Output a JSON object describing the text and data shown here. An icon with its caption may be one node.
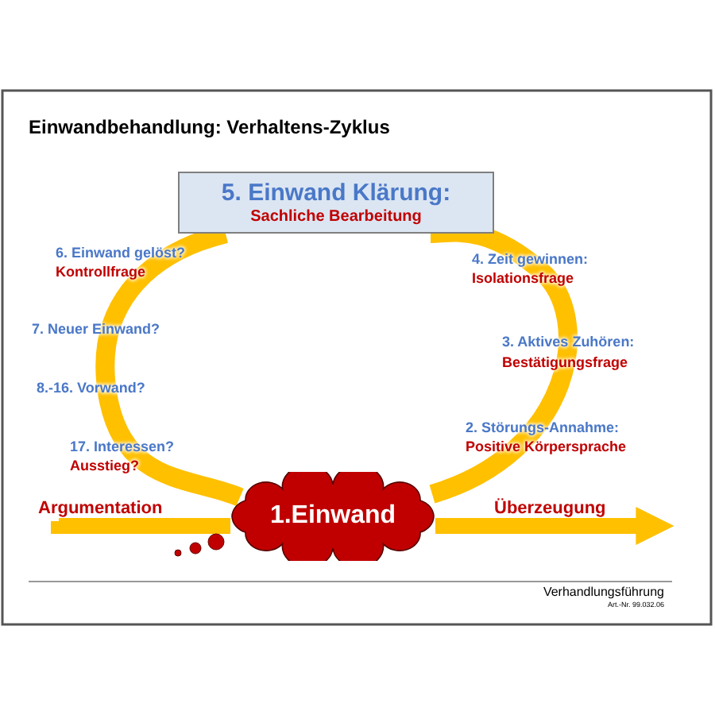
{
  "diagram": {
    "title": "Einwandbehandlung: Verhaltens-Zyklus",
    "nodes": [
      {
        "text": [
          "5. Einwand Klärung:",
          "Sachliche Bearbeitung"
        ]
      },
      {
        "text": [
          "1.Einwand"
        ]
      },
      {
        "text": [
          "Argumentation"
        ]
      }
    ],
    "edges": [
      {
        "from": 2,
        "to": 1,
        "arrow": "none"
      },
      {
        "from": 1,
        "to": null,
        "arrow": "to"
      },
      {
        "from": 1,
        "to": 0,
        "arrow": "none"
      },
      {
        "from": 0,
        "to": 1,
        "arrow": "none"
      }
    ],
    "labels": [
      "6. Einwand gelöst?",
      "Kontrollfrage",
      "4. Zeit gewinnen:",
      "Isolationsfrage",
      "7. Neuer Einwand?",
      "3. Aktives Zuhören:",
      "Bestätigungsfrage",
      "8.-16. Vorwand?",
      "2. Störungs-Annahme:",
      "Positive Körpersprache",
      "17. Interessen?",
      "Ausstieg?",
      "Überzeugung",
      "Verhandlungsführung",
      "Art.-Nr. 99.032.06"
    ]
  }
}
